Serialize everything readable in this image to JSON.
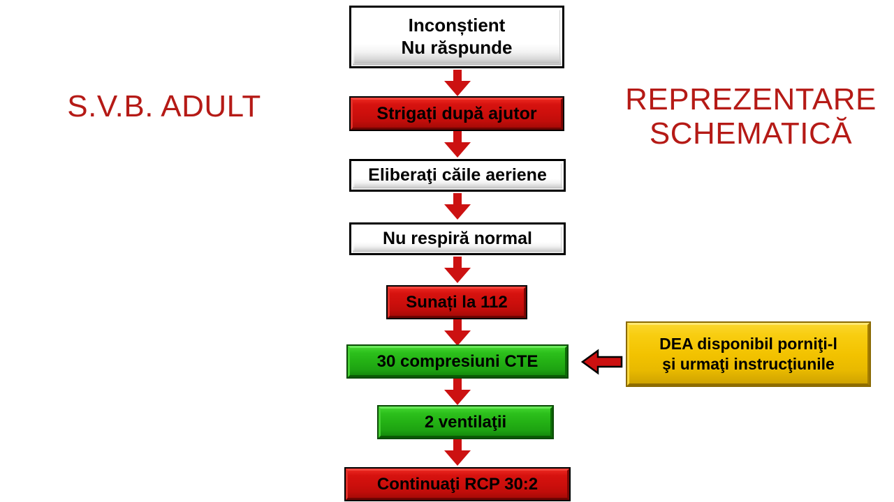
{
  "titles": {
    "left": "S.V.B. ADULT",
    "right": "REPREZENTARE\nSCHEMATICĂ",
    "color": "#B51A16"
  },
  "palette": {
    "red": "#CC0F0C",
    "green": "#23B014",
    "gold": "#F2C200",
    "white": "#FFFFFF",
    "arrow_red": "#CC1111",
    "text": "#000000"
  },
  "flowchart": {
    "type": "flowchart",
    "orientation": "vertical",
    "nodes": [
      {
        "id": "n1",
        "label": "Inconștient\nNu răspunde",
        "style": "plain",
        "lines": 2
      },
      {
        "id": "n2",
        "label": "Strigați după ajutor",
        "style": "red",
        "lines": 1
      },
      {
        "id": "n3",
        "label": "Eliberaţi căile aeriene",
        "style": "plain",
        "lines": 1
      },
      {
        "id": "n4",
        "label": "Nu respiră normal",
        "style": "plain",
        "lines": 1
      },
      {
        "id": "n5",
        "label": "Sunați la 112",
        "style": "red",
        "lines": 1
      },
      {
        "id": "n6",
        "label": "30 compresiuni CTE",
        "style": "green",
        "lines": 1
      },
      {
        "id": "n7",
        "label": "2 ventilaţii",
        "style": "green",
        "lines": 1
      },
      {
        "id": "n8",
        "label": "Continuaţi RCP 30:2",
        "style": "red",
        "lines": 1
      },
      {
        "id": "n9",
        "label": "DEA disponibil porniţi-l\nşi urmaţi instrucţiunile",
        "style": "gold",
        "lines": 2
      }
    ],
    "edges": [
      {
        "from": "n1",
        "to": "n2",
        "direction": "down"
      },
      {
        "from": "n2",
        "to": "n3",
        "direction": "down"
      },
      {
        "from": "n3",
        "to": "n4",
        "direction": "down"
      },
      {
        "from": "n4",
        "to": "n5",
        "direction": "down"
      },
      {
        "from": "n5",
        "to": "n6",
        "direction": "down"
      },
      {
        "from": "n6",
        "to": "n7",
        "direction": "down"
      },
      {
        "from": "n7",
        "to": "n8",
        "direction": "down"
      },
      {
        "from": "n9",
        "to": "n6",
        "direction": "left"
      }
    ]
  }
}
